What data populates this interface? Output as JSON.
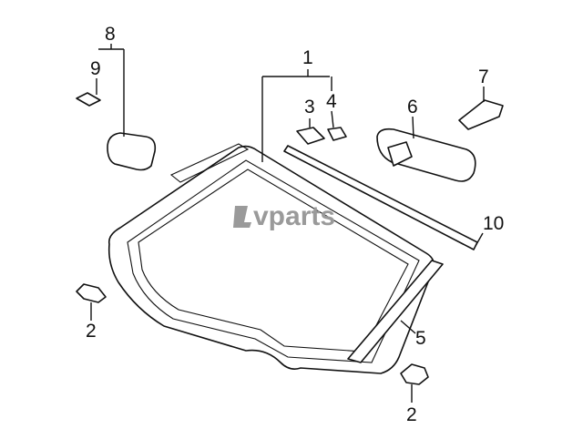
{
  "watermark": {
    "brand": "LVparts",
    "text": "vparts",
    "color": "#9a9a9a"
  },
  "callouts": {
    "c1": "1",
    "c2a": "2",
    "c2b": "2",
    "c3": "3",
    "c4": "4",
    "c5": "5",
    "c6": "6",
    "c7": "7",
    "c8": "8",
    "c9": "9",
    "c10": "10"
  },
  "parts": [
    {
      "ref": "windshield",
      "icon": "windshield-glass"
    },
    {
      "ref": "mirror",
      "icon": "rearview-mirror"
    }
  ]
}
